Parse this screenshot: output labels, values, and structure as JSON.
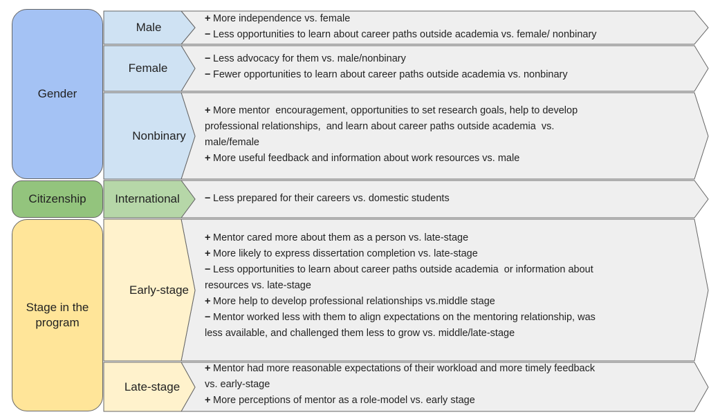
{
  "colors": {
    "gender_fill": "#a4c2f4",
    "gender_sub_fill": "#cfe2f3",
    "citizenship_fill": "#93c47d",
    "citizenship_sub_fill": "#b6d7a8",
    "stage_fill": "#ffe599",
    "stage_sub_fill": "#fff2cc",
    "detail_fill": "#efefef",
    "border": "#666666"
  },
  "categories": {
    "gender": "Gender",
    "citizenship": "Citizenship",
    "stage": [
      "Stage in the",
      "program"
    ]
  },
  "rows": [
    {
      "label": "Male",
      "lines": [
        {
          "sym": "+",
          "text": "More independence vs. female"
        },
        {
          "sym": "−",
          "text": "Less opportunities to learn about career paths outside academia vs. female/ nonbinary"
        }
      ]
    },
    {
      "label": "Female",
      "lines": [
        {
          "sym": "−",
          "text": "Less advocacy for them vs. male/nonbinary"
        },
        {
          "sym": "−",
          "text": "Fewer opportunities to learn about career paths outside academia vs. nonbinary"
        }
      ]
    },
    {
      "label": "Nonbinary",
      "lines": [
        {
          "sym": "+",
          "text": "More mentor  encouragement, opportunities to set research goals, help to develop"
        },
        {
          "sym": "",
          "text": "professional relationships,  and learn about career paths outside academia  vs."
        },
        {
          "sym": "",
          "text": "male/female"
        },
        {
          "sym": "+",
          "text": "More useful feedback and information about work resources vs. male"
        }
      ]
    },
    {
      "label": "International",
      "lines": [
        {
          "sym": "−",
          "text": "Less prepared for their careers vs. domestic students"
        }
      ]
    },
    {
      "label": "Early-stage",
      "lines": [
        {
          "sym": "+",
          "text": "Mentor cared more about them as a person vs. late-stage"
        },
        {
          "sym": "+",
          "text": "More likely to express dissertation completion vs. late-stage"
        },
        {
          "sym": "−",
          "text": "Less opportunities to learn about career paths outside academia  or information about"
        },
        {
          "sym": "",
          "text": "resources vs. late-stage"
        },
        {
          "sym": "+",
          "text": "More help to develop professional relationships vs.middle stage"
        },
        {
          "sym": "−",
          "text": "Mentor worked less with them to align expectations on the mentoring relationship, was"
        },
        {
          "sym": "",
          "text": "less available, and challenged them less to grow vs. middle/late-stage"
        }
      ]
    },
    {
      "label": "Late-stage",
      "lines": [
        {
          "sym": "+",
          "text": "Mentor had more reasonable expectations of their workload and more timely feedback"
        },
        {
          "sym": "",
          "text": "vs. early-stage"
        },
        {
          "sym": "+",
          "text": "More perceptions of mentor as a role-model vs. early stage"
        }
      ]
    }
  ]
}
